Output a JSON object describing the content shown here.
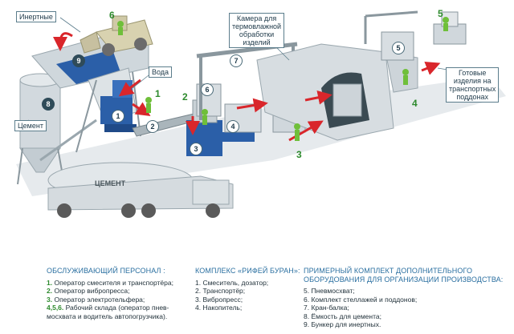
{
  "labels": {
    "inertnye": "Инертные",
    "voda": "Вода",
    "cement": "Цемент",
    "camera": [
      "Камера для",
      "термовлажной",
      "обработки",
      "изделий"
    ],
    "ready": [
      "Готовые",
      "изделия на",
      "транспортных",
      "поддонах"
    ],
    "truck_text": "ЦЕМЕНТ"
  },
  "badges": {
    "b1": "1",
    "b2": "2",
    "b3": "3",
    "b4": "4",
    "b5": "5",
    "b6": "6",
    "b7": "7",
    "b8": "8",
    "b9": "9"
  },
  "green_numbers": {
    "g1": "1",
    "g2": "2",
    "g3": "3",
    "g4": "4",
    "g5": "5",
    "g6": "6"
  },
  "legend_personnel": {
    "title": "ОБСЛУЖИВАЮЩИЙ ПЕРСОНАЛ :",
    "items": [
      {
        "num": "1.",
        "text": " Оператор смесителя и транспортёра;"
      },
      {
        "num": "2.",
        "text": " Оператор вибропресса;"
      },
      {
        "num": "3.",
        "text": " Оператор электротельфера;"
      },
      {
        "num": "4,5,6.",
        "text": " Рабочий склада (оператор пнев-"
      },
      {
        "num": "",
        "text": "мосхвата и водитель автопогрузчика)."
      }
    ]
  },
  "legend_complex": {
    "title": "КОМПЛЕКС «РИФЕЙ БУРАН»:",
    "items": [
      "1. Смеситель, дозатор;",
      "2. Транспортёр;",
      "3. Вибропресс;",
      "4. Накопитель;"
    ]
  },
  "legend_extra": {
    "title_lines": [
      "ПРИМЕРНЫЙ КОМПЛЕКТ ДОПОЛНИТЕЛЬНОГО",
      "ОБОРУДОВАНИЯ ДЛЯ ОРГАНИЗАЦИИ ПРОИЗВОДСТВА:"
    ],
    "items": [
      "5. Пневмосхват;",
      "6. Комплект стеллажей и поддонов;",
      "7. Кран-балка;",
      "8. Ёмкость для цемента;",
      "9. Бункер для инертных."
    ]
  },
  "colors": {
    "floor": "#e4e8eb",
    "structure": "#c9d1d6",
    "machine_blue": "#2b5fa8",
    "arrow_red": "#d9262b",
    "worker_green": "#6fbf3a",
    "number_green": "#2d8a2d",
    "heading_blue": "#2a6fa0"
  }
}
